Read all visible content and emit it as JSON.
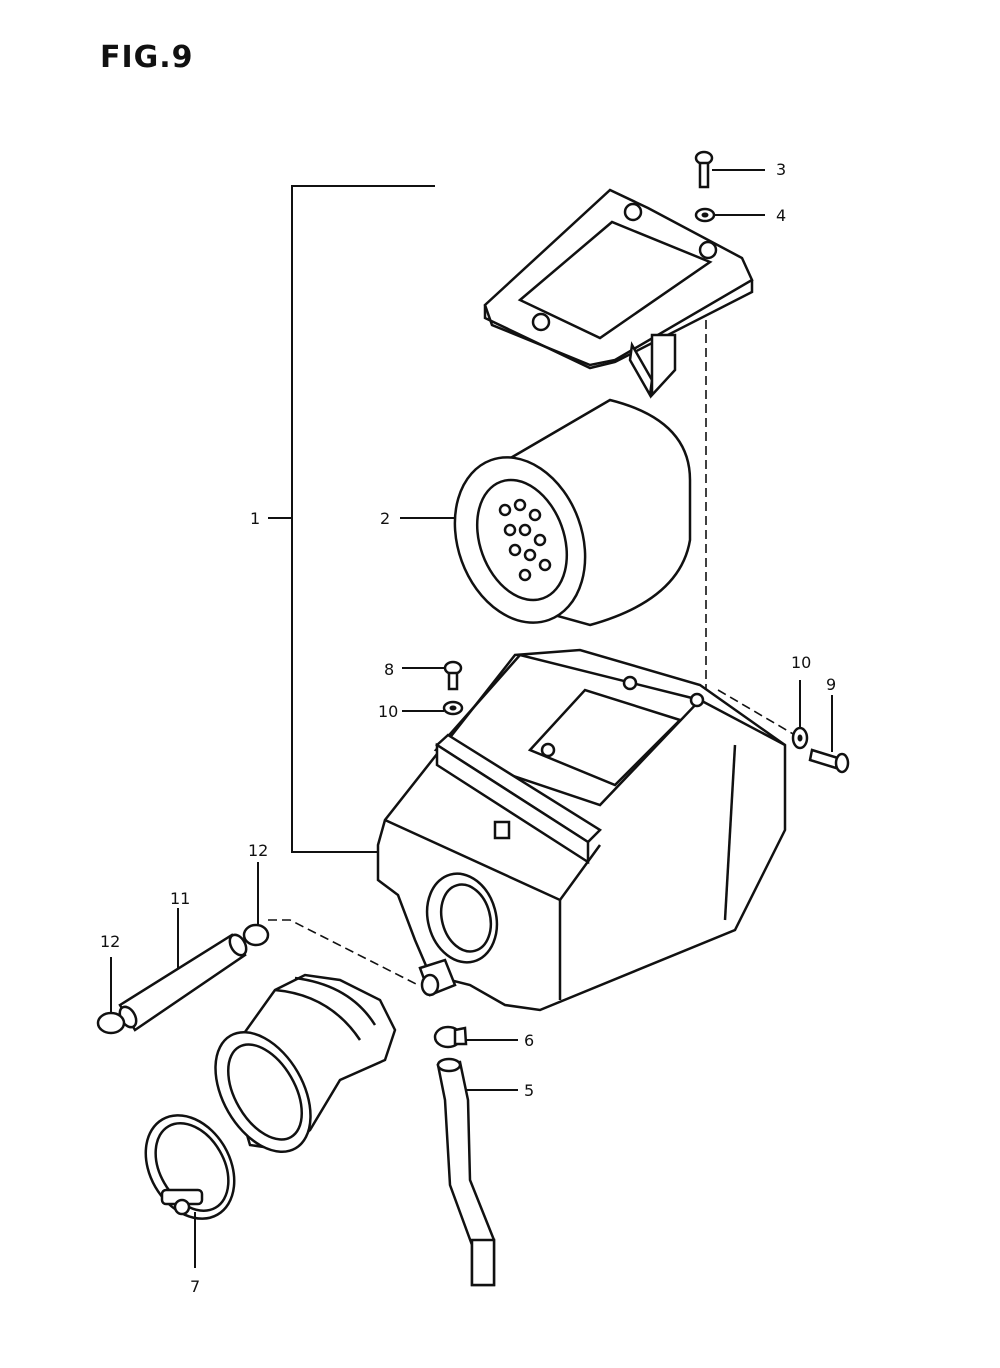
{
  "figure": {
    "title": "FIG.9"
  },
  "callouts": [
    {
      "id": "1",
      "label": "1"
    },
    {
      "id": "2",
      "label": "2"
    },
    {
      "id": "3",
      "label": "3"
    },
    {
      "id": "4",
      "label": "4"
    },
    {
      "id": "5",
      "label": "5"
    },
    {
      "id": "6",
      "label": "6"
    },
    {
      "id": "7",
      "label": "7"
    },
    {
      "id": "8",
      "label": "8"
    },
    {
      "id": "9",
      "label": "9"
    },
    {
      "id": "10a",
      "label": "10"
    },
    {
      "id": "10b",
      "label": "10"
    },
    {
      "id": "11",
      "label": "11"
    },
    {
      "id": "12a",
      "label": "12"
    },
    {
      "id": "12b",
      "label": "12"
    }
  ]
}
